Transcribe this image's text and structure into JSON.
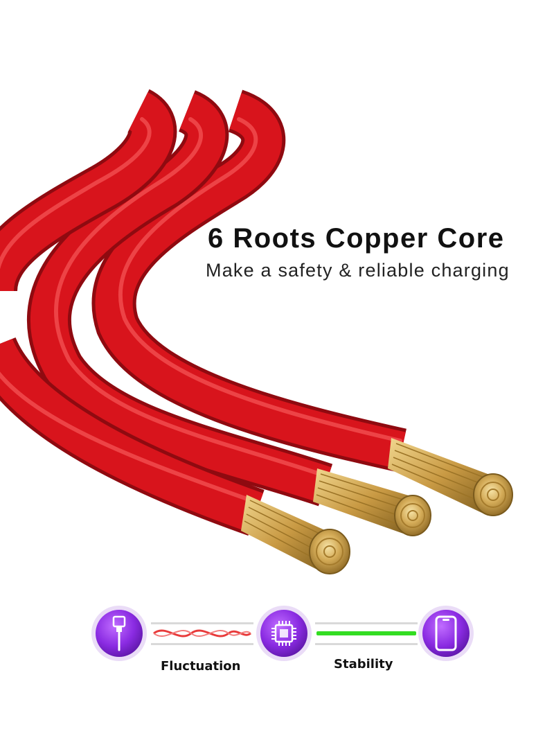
{
  "headline": "6 Roots Copper Core",
  "subheadline": "Make a safety & reliable charging",
  "diagram": {
    "fluctuation_label": "Fluctuation",
    "stability_label": "Stability",
    "icons": [
      "cable-plug-icon",
      "chip-icon",
      "smartphone-icon"
    ]
  },
  "colors": {
    "cable_red": "#d8141c",
    "copper_gold": "#c9a24a",
    "icon_purple": "#8a2be2",
    "fluctuation_red": "#e83a3a",
    "stability_green": "#33dd22"
  }
}
